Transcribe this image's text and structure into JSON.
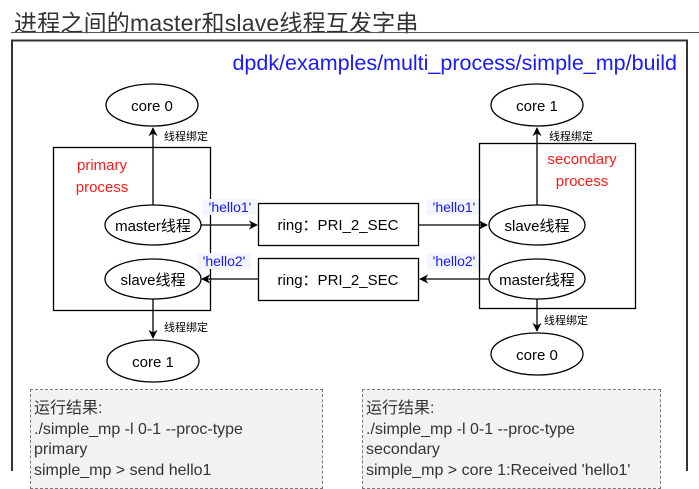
{
  "page": {
    "title": "进程之间的master和slave线程互发字串"
  },
  "diagram": {
    "path_label": "dpdk/examples/multi_process/simple_mp/build",
    "colors": {
      "path_label": "#1a1aff",
      "process_label": "#ff1a1a",
      "message_label": "#1a1aff",
      "message_bg": "#f2f4ff",
      "stroke": "#000000",
      "frame": "#333333"
    },
    "primary": {
      "label_line1": "primary",
      "label_line2": "process",
      "top_core": "core 0",
      "master": "master线程",
      "slave": "slave线程",
      "bottom_core": "core 1",
      "bind_top": "线程绑定",
      "bind_bottom": "线程绑定"
    },
    "secondary": {
      "label_line1": "secondary",
      "label_line2": "process",
      "top_core": "core 1",
      "slave": "slave线程",
      "master": "master线程",
      "bottom_core": "core 0",
      "bind_top": "线程绑定",
      "bind_bottom": "线程绑定"
    },
    "rings": [
      {
        "label": "ring：PRI_2_SEC"
      },
      {
        "label": "ring：PRI_2_SEC"
      }
    ],
    "messages": {
      "primary_send": "'hello1'",
      "secondary_recv": "'hello1'",
      "primary_recv": "'hello2'",
      "secondary_send": "'hello2'"
    }
  },
  "results": {
    "primary": {
      "lines": [
        "运行结果:",
        "./simple_mp -l 0-1 --proc-type",
        "primary",
        "simple_mp > send hello1"
      ]
    },
    "secondary": {
      "lines": [
        "运行结果:",
        "./simple_mp -l 0-1 --proc-type",
        "secondary",
        "simple_mp > core 1:Received 'hello1'"
      ]
    }
  }
}
